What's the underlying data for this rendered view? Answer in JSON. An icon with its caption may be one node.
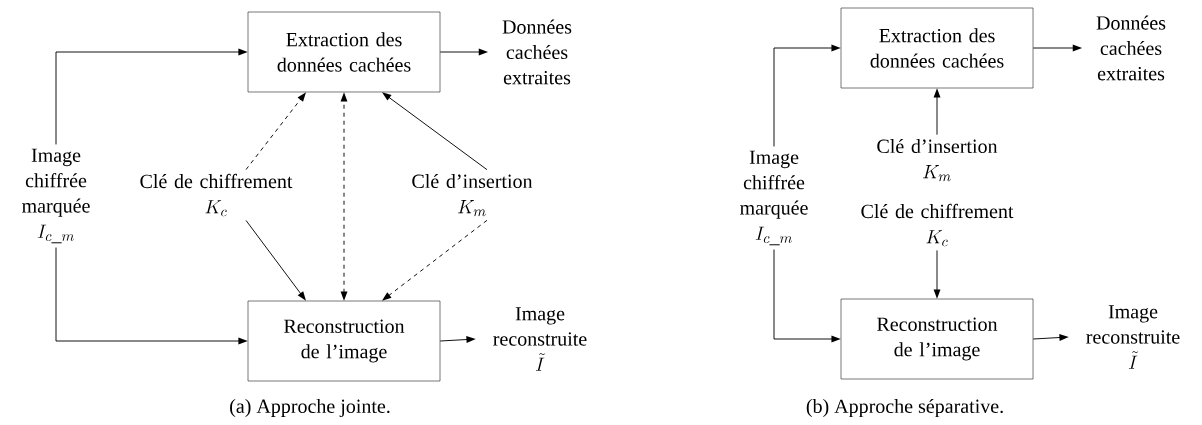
{
  "diagram": {
    "nodes": [
      {
        "text": [
          "Extraction des données cachées"
        ]
      },
      {
        "text": [
          "Reconstruction de l’image"
        ]
      },
      {
        "text": [
          "Image chiffrée marquée",
          "I_{c\\_m}"
        ]
      },
      {
        "text": [
          "Clé de chiffrement",
          "K_c"
        ]
      },
      {
        "text": [
          "Clé d’insertion",
          "K_m"
        ]
      },
      {
        "text": [
          "Données cachées extraites"
        ]
      },
      {
        "text": [
          "Image reconstruite",
          "\\tilde{I}"
        ]
      },
      {
        "text": [
          "Extraction des données cachées"
        ]
      },
      {
        "text": [
          "Reconstruction de l’image"
        ]
      },
      {
        "text": [
          "Image chiffrée marquée",
          "I_{c\\_m}"
        ]
      },
      {
        "text": [
          "Clé d’insertion",
          "K_m"
        ]
      },
      {
        "text": [
          "Clé de chiffrement",
          "K_c"
        ]
      },
      {
        "text": [
          "Données cachées extraites"
        ]
      },
      {
        "text": [
          "Image reconstruite",
          "\\tilde{I}"
        ]
      }
    ],
    "edges": [
      {
        "from": 2,
        "to": 0,
        "arrow": "to"
      },
      {
        "from": 2,
        "to": 1,
        "arrow": "to"
      },
      {
        "from": 3,
        "to": 0,
        "arrow": "to",
        "style": "dashed"
      },
      {
        "from": 3,
        "to": 1,
        "arrow": "to"
      },
      {
        "from": 1,
        "to": 0,
        "arrow": "both",
        "style": "dashed"
      },
      {
        "from": 4,
        "to": 0,
        "arrow": "to"
      },
      {
        "from": 4,
        "to": 1,
        "arrow": "to",
        "style": "dashed"
      },
      {
        "from": 0,
        "to": 5,
        "arrow": "to"
      },
      {
        "from": 1,
        "to": 6,
        "arrow": "to"
      },
      {
        "from": 9,
        "to": 7,
        "arrow": "to"
      },
      {
        "from": 9,
        "to": 8,
        "arrow": "to"
      },
      {
        "from": 10,
        "to": 7,
        "arrow": "to"
      },
      {
        "from": 11,
        "to": 8,
        "arrow": "to"
      },
      {
        "from": 7,
        "to": 12,
        "arrow": "to"
      },
      {
        "from": 8,
        "to": 13,
        "arrow": "to"
      }
    ],
    "labels": [
      "(a) Approche jointe.",
      "(b) Approche séparative."
    ]
  }
}
